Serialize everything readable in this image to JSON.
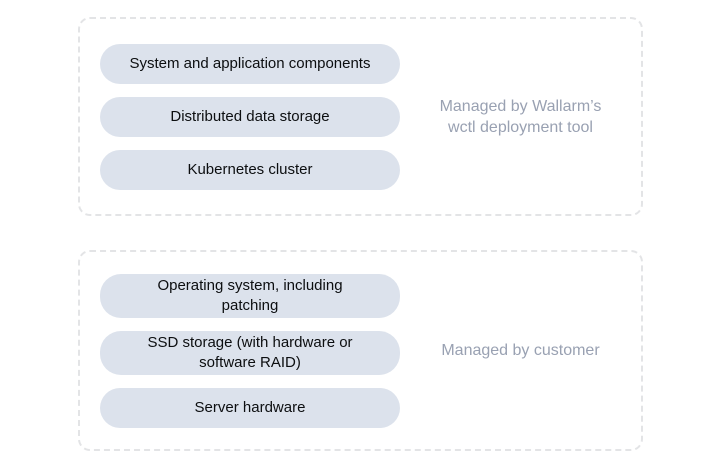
{
  "colors": {
    "background": "#ffffff",
    "panel_border": "#e3e4e6",
    "pill_background": "#dce2ec",
    "pill_text": "#0c0e10",
    "label_text": "#99a1b2"
  },
  "groups": [
    {
      "label": "Managed by Wallarm’s\nwctl deployment tool",
      "items": [
        "System and application components",
        "Distributed data storage",
        "Kubernetes cluster"
      ]
    },
    {
      "label": "Managed by customer",
      "items": [
        "Operating system, including\npatching",
        "SSD storage (with hardware or\nsoftware RAID)",
        "Server hardware"
      ]
    }
  ]
}
